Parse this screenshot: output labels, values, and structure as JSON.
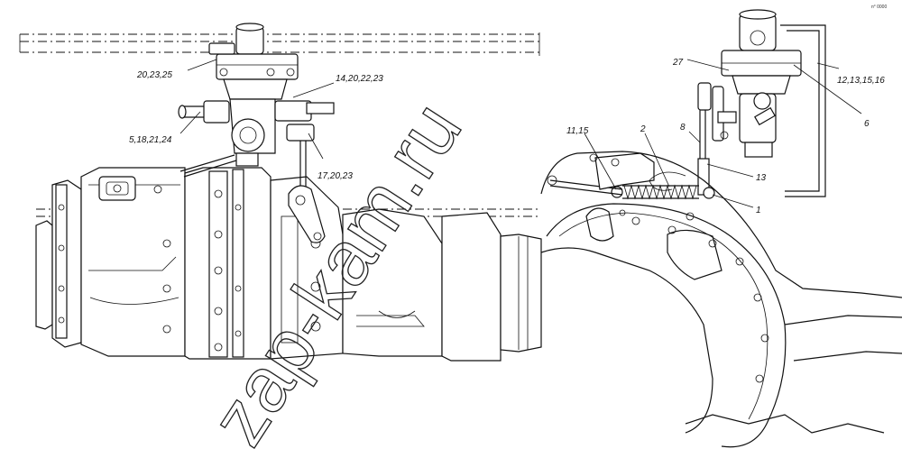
{
  "watermark": "zap-kam.ru",
  "corner_code": "п° 0000",
  "callouts": [
    {
      "id": "c1",
      "text": "20,23,25"
    },
    {
      "id": "c2",
      "text": "14,20,22,23"
    },
    {
      "id": "c3",
      "text": "5,18,21,24"
    },
    {
      "id": "c4",
      "text": "17,20,23"
    },
    {
      "id": "c5",
      "text": "27"
    },
    {
      "id": "c6",
      "text": "12,13,15,16"
    },
    {
      "id": "c7",
      "text": "6"
    },
    {
      "id": "c8",
      "text": "8"
    },
    {
      "id": "c9",
      "text": "11,15"
    },
    {
      "id": "c10",
      "text": "2"
    },
    {
      "id": "c11",
      "text": "13"
    },
    {
      "id": "c12",
      "text": "1"
    }
  ]
}
